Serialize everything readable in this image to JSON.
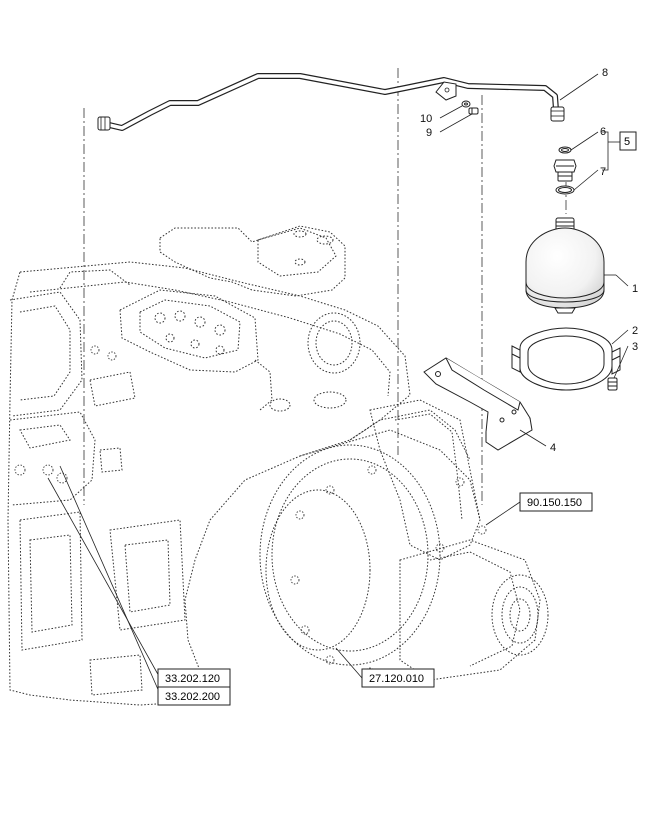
{
  "diagram": {
    "callouts": [
      {
        "id": "1",
        "label": "1"
      },
      {
        "id": "2",
        "label": "2"
      },
      {
        "id": "3",
        "label": "3"
      },
      {
        "id": "4",
        "label": "4"
      },
      {
        "id": "5",
        "label": "5"
      },
      {
        "id": "6",
        "label": "6"
      },
      {
        "id": "7",
        "label": "7"
      },
      {
        "id": "8",
        "label": "8"
      },
      {
        "id": "9",
        "label": "9"
      },
      {
        "id": "10",
        "label": "10"
      }
    ],
    "references": [
      {
        "id": "ref-90150150",
        "label": "90.150.150"
      },
      {
        "id": "ref-27120010",
        "label": "27.120.010"
      },
      {
        "id": "ref-33202120",
        "label": "33.202.120"
      },
      {
        "id": "ref-33202200",
        "label": "33.202.200"
      }
    ]
  }
}
